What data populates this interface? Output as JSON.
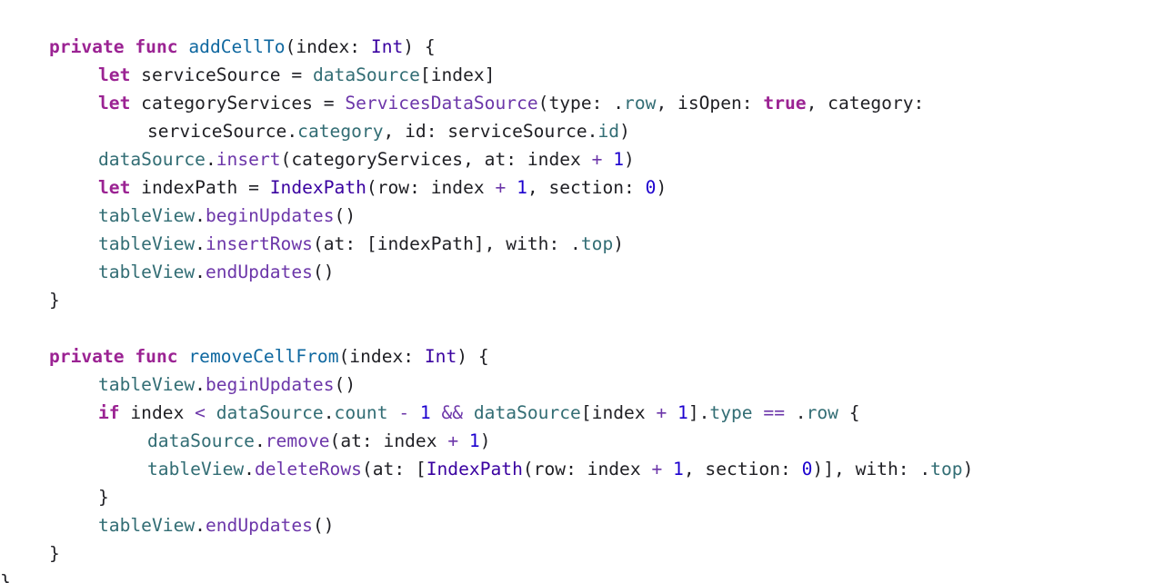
{
  "editor": {
    "lines": [
      {
        "indent": 4,
        "tokens": [
          {
            "t": "private",
            "k": "keyword"
          },
          {
            "t": " ",
            "k": "plain"
          },
          {
            "t": "func",
            "k": "keyword"
          },
          {
            "t": " ",
            "k": "plain"
          },
          {
            "t": "addCellTo",
            "k": "func-decl"
          },
          {
            "t": "(index: ",
            "k": "plain"
          },
          {
            "t": "Int",
            "k": "type"
          },
          {
            "t": ") {",
            "k": "plain"
          }
        ]
      },
      {
        "indent": 8,
        "tokens": [
          {
            "t": "let",
            "k": "keyword"
          },
          {
            "t": " serviceSource = ",
            "k": "plain"
          },
          {
            "t": "dataSource",
            "k": "member"
          },
          {
            "t": "[index]",
            "k": "plain"
          }
        ]
      },
      {
        "indent": 8,
        "tokens": [
          {
            "t": "let",
            "k": "keyword"
          },
          {
            "t": " categoryServices = ",
            "k": "plain"
          },
          {
            "t": "ServicesDataSource",
            "k": "class"
          },
          {
            "t": "(type: .",
            "k": "plain"
          },
          {
            "t": "row",
            "k": "member"
          },
          {
            "t": ", isOpen: ",
            "k": "plain"
          },
          {
            "t": "true",
            "k": "keyword"
          },
          {
            "t": ", category:",
            "k": "plain"
          }
        ]
      },
      {
        "indent": 12,
        "tokens": [
          {
            "t": "serviceSource.",
            "k": "plain"
          },
          {
            "t": "category",
            "k": "member"
          },
          {
            "t": ", id: serviceSource.",
            "k": "plain"
          },
          {
            "t": "id",
            "k": "member"
          },
          {
            "t": ")",
            "k": "plain"
          }
        ]
      },
      {
        "indent": 8,
        "tokens": [
          {
            "t": "dataSource",
            "k": "member"
          },
          {
            "t": ".",
            "k": "plain"
          },
          {
            "t": "insert",
            "k": "method"
          },
          {
            "t": "(categoryServices, at: index ",
            "k": "plain"
          },
          {
            "t": "+",
            "k": "operator"
          },
          {
            "t": " ",
            "k": "plain"
          },
          {
            "t": "1",
            "k": "number"
          },
          {
            "t": ")",
            "k": "plain"
          }
        ]
      },
      {
        "indent": 8,
        "tokens": [
          {
            "t": "let",
            "k": "keyword"
          },
          {
            "t": " indexPath = ",
            "k": "plain"
          },
          {
            "t": "IndexPath",
            "k": "type"
          },
          {
            "t": "(row: index ",
            "k": "plain"
          },
          {
            "t": "+",
            "k": "operator"
          },
          {
            "t": " ",
            "k": "plain"
          },
          {
            "t": "1",
            "k": "number"
          },
          {
            "t": ", section: ",
            "k": "plain"
          },
          {
            "t": "0",
            "k": "number"
          },
          {
            "t": ")",
            "k": "plain"
          }
        ]
      },
      {
        "indent": 8,
        "tokens": [
          {
            "t": "tableView",
            "k": "member"
          },
          {
            "t": ".",
            "k": "plain"
          },
          {
            "t": "beginUpdates",
            "k": "method"
          },
          {
            "t": "()",
            "k": "plain"
          }
        ]
      },
      {
        "indent": 8,
        "tokens": [
          {
            "t": "tableView",
            "k": "member"
          },
          {
            "t": ".",
            "k": "plain"
          },
          {
            "t": "insertRows",
            "k": "method"
          },
          {
            "t": "(at: [indexPath], with: .",
            "k": "plain"
          },
          {
            "t": "top",
            "k": "member"
          },
          {
            "t": ")",
            "k": "plain"
          }
        ]
      },
      {
        "indent": 8,
        "tokens": [
          {
            "t": "tableView",
            "k": "member"
          },
          {
            "t": ".",
            "k": "plain"
          },
          {
            "t": "endUpdates",
            "k": "method"
          },
          {
            "t": "()",
            "k": "plain"
          }
        ]
      },
      {
        "indent": 4,
        "tokens": [
          {
            "t": "}",
            "k": "plain"
          }
        ]
      },
      {
        "indent": 0,
        "tokens": []
      },
      {
        "indent": 4,
        "tokens": [
          {
            "t": "private",
            "k": "keyword"
          },
          {
            "t": " ",
            "k": "plain"
          },
          {
            "t": "func",
            "k": "keyword"
          },
          {
            "t": " ",
            "k": "plain"
          },
          {
            "t": "removeCellFrom",
            "k": "func-decl"
          },
          {
            "t": "(index: ",
            "k": "plain"
          },
          {
            "t": "Int",
            "k": "type"
          },
          {
            "t": ") {",
            "k": "plain"
          }
        ]
      },
      {
        "indent": 8,
        "tokens": [
          {
            "t": "tableView",
            "k": "member"
          },
          {
            "t": ".",
            "k": "plain"
          },
          {
            "t": "beginUpdates",
            "k": "method"
          },
          {
            "t": "()",
            "k": "plain"
          }
        ]
      },
      {
        "indent": 8,
        "tokens": [
          {
            "t": "if",
            "k": "keyword"
          },
          {
            "t": " index ",
            "k": "plain"
          },
          {
            "t": "<",
            "k": "operator"
          },
          {
            "t": " ",
            "k": "plain"
          },
          {
            "t": "dataSource",
            "k": "member"
          },
          {
            "t": ".",
            "k": "plain"
          },
          {
            "t": "count",
            "k": "member"
          },
          {
            "t": " ",
            "k": "plain"
          },
          {
            "t": "-",
            "k": "operator"
          },
          {
            "t": " ",
            "k": "plain"
          },
          {
            "t": "1",
            "k": "number"
          },
          {
            "t": " ",
            "k": "plain"
          },
          {
            "t": "&&",
            "k": "operator"
          },
          {
            "t": " ",
            "k": "plain"
          },
          {
            "t": "dataSource",
            "k": "member"
          },
          {
            "t": "[index ",
            "k": "plain"
          },
          {
            "t": "+",
            "k": "operator"
          },
          {
            "t": " ",
            "k": "plain"
          },
          {
            "t": "1",
            "k": "number"
          },
          {
            "t": "].",
            "k": "plain"
          },
          {
            "t": "type",
            "k": "member"
          },
          {
            "t": " ",
            "k": "plain"
          },
          {
            "t": "==",
            "k": "operator"
          },
          {
            "t": " .",
            "k": "plain"
          },
          {
            "t": "row",
            "k": "member"
          },
          {
            "t": " {",
            "k": "plain"
          }
        ]
      },
      {
        "indent": 12,
        "tokens": [
          {
            "t": "dataSource",
            "k": "member"
          },
          {
            "t": ".",
            "k": "plain"
          },
          {
            "t": "remove",
            "k": "method"
          },
          {
            "t": "(at: index ",
            "k": "plain"
          },
          {
            "t": "+",
            "k": "operator"
          },
          {
            "t": " ",
            "k": "plain"
          },
          {
            "t": "1",
            "k": "number"
          },
          {
            "t": ")",
            "k": "plain"
          }
        ]
      },
      {
        "indent": 12,
        "tokens": [
          {
            "t": "tableView",
            "k": "member"
          },
          {
            "t": ".",
            "k": "plain"
          },
          {
            "t": "deleteRows",
            "k": "method"
          },
          {
            "t": "(at: [",
            "k": "plain"
          },
          {
            "t": "IndexPath",
            "k": "type"
          },
          {
            "t": "(row: index ",
            "k": "plain"
          },
          {
            "t": "+",
            "k": "operator"
          },
          {
            "t": " ",
            "k": "plain"
          },
          {
            "t": "1",
            "k": "number"
          },
          {
            "t": ", section: ",
            "k": "plain"
          },
          {
            "t": "0",
            "k": "number"
          },
          {
            "t": ")], with: .",
            "k": "plain"
          },
          {
            "t": "top",
            "k": "member"
          },
          {
            "t": ")",
            "k": "plain"
          }
        ]
      },
      {
        "indent": 8,
        "tokens": [
          {
            "t": "}",
            "k": "plain"
          }
        ]
      },
      {
        "indent": 8,
        "tokens": [
          {
            "t": "tableView",
            "k": "member"
          },
          {
            "t": ".",
            "k": "plain"
          },
          {
            "t": "endUpdates",
            "k": "method"
          },
          {
            "t": "()",
            "k": "plain"
          }
        ]
      },
      {
        "indent": 4,
        "tokens": [
          {
            "t": "}",
            "k": "plain"
          }
        ]
      },
      {
        "indent": 0,
        "tokens": [
          {
            "t": "}",
            "k": "plain"
          }
        ]
      }
    ]
  }
}
